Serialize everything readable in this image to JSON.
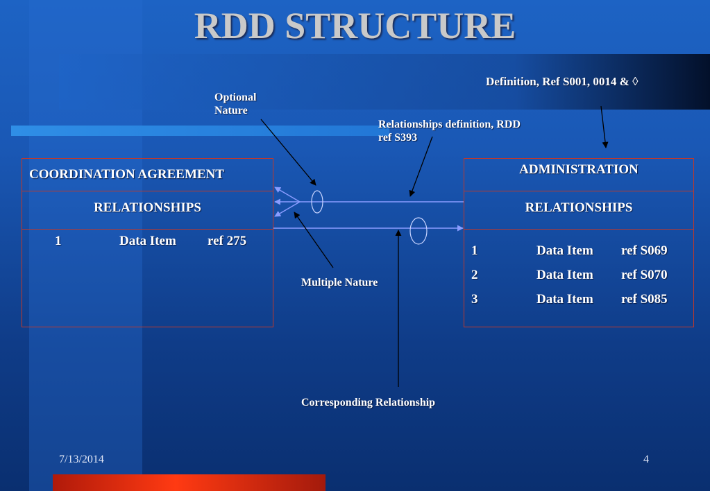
{
  "title": "RDD STRUCTURE",
  "annotations": {
    "definition": "Definition, Ref S001, 0014 & ◊",
    "optional_line1": "Optional",
    "optional_line2": "Nature",
    "relationships_def_line1": "Relationships definition, RDD",
    "relationships_def_line2": "ref S393",
    "multiple_nature": "Multiple Nature",
    "corresponding": "Corresponding Relationship"
  },
  "left_entity": {
    "name": "COORDINATION AGREEMENT",
    "section": "RELATIONSHIPS",
    "items": [
      {
        "num": "1",
        "label": "Data Item",
        "ref": "ref 275"
      }
    ]
  },
  "right_entity": {
    "name": "ADMINISTRATION",
    "section": "RELATIONSHIPS",
    "items": [
      {
        "num": "1",
        "label": "Data Item",
        "ref": "ref S069"
      },
      {
        "num": "2",
        "label": "Data Item",
        "ref": "ref S070"
      },
      {
        "num": "3",
        "label": "Data Item",
        "ref": "ref S085"
      }
    ]
  },
  "footer": {
    "date": "7/13/2014",
    "page": "4"
  },
  "colors": {
    "border": "#c0392b",
    "connector": "#8a9cff",
    "arrow": "#000000",
    "accent_bar": "#ff3a12"
  }
}
